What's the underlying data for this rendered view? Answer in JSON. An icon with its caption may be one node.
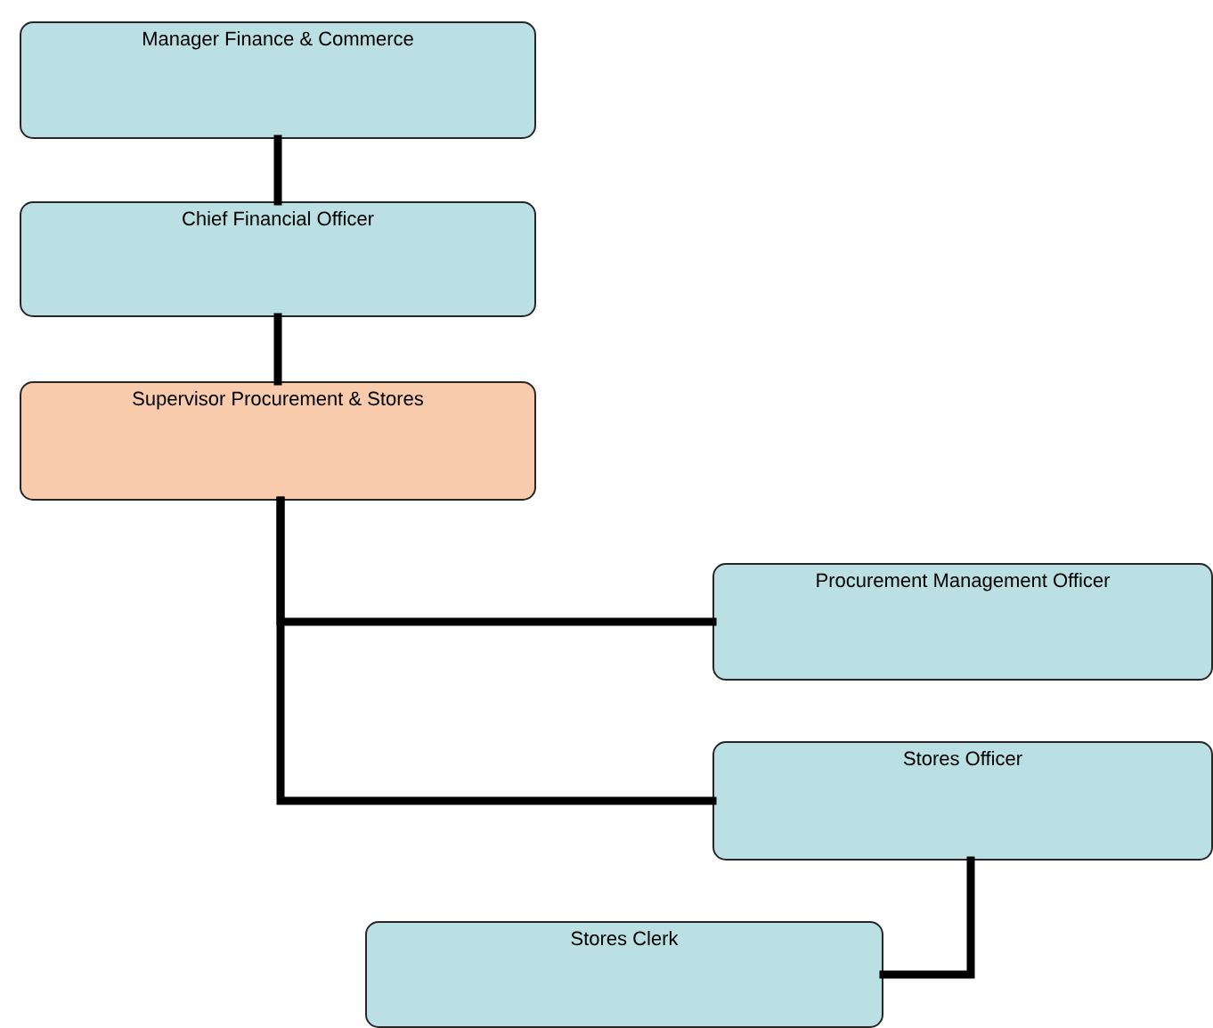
{
  "diagram": {
    "nodes": [
      {
        "text": [
          "Manager Finance & Commerce"
        ]
      },
      {
        "text": [
          "Chief Financial Officer"
        ]
      },
      {
        "text": [
          "Supervisor Procurement & Stores"
        ]
      },
      {
        "text": [
          "Procurement Management Officer"
        ]
      },
      {
        "text": [
          "Stores Officer"
        ]
      },
      {
        "text": [
          "Stores Clerk"
        ]
      }
    ],
    "edges": [
      {
        "from": 0,
        "to": 1,
        "arrow": "none"
      },
      {
        "from": 1,
        "to": 2,
        "arrow": "none"
      },
      {
        "from": 2,
        "to": 3,
        "arrow": "none"
      },
      {
        "from": 2,
        "to": 4,
        "arrow": "none"
      },
      {
        "from": 4,
        "to": 5,
        "arrow": "none"
      }
    ]
  }
}
